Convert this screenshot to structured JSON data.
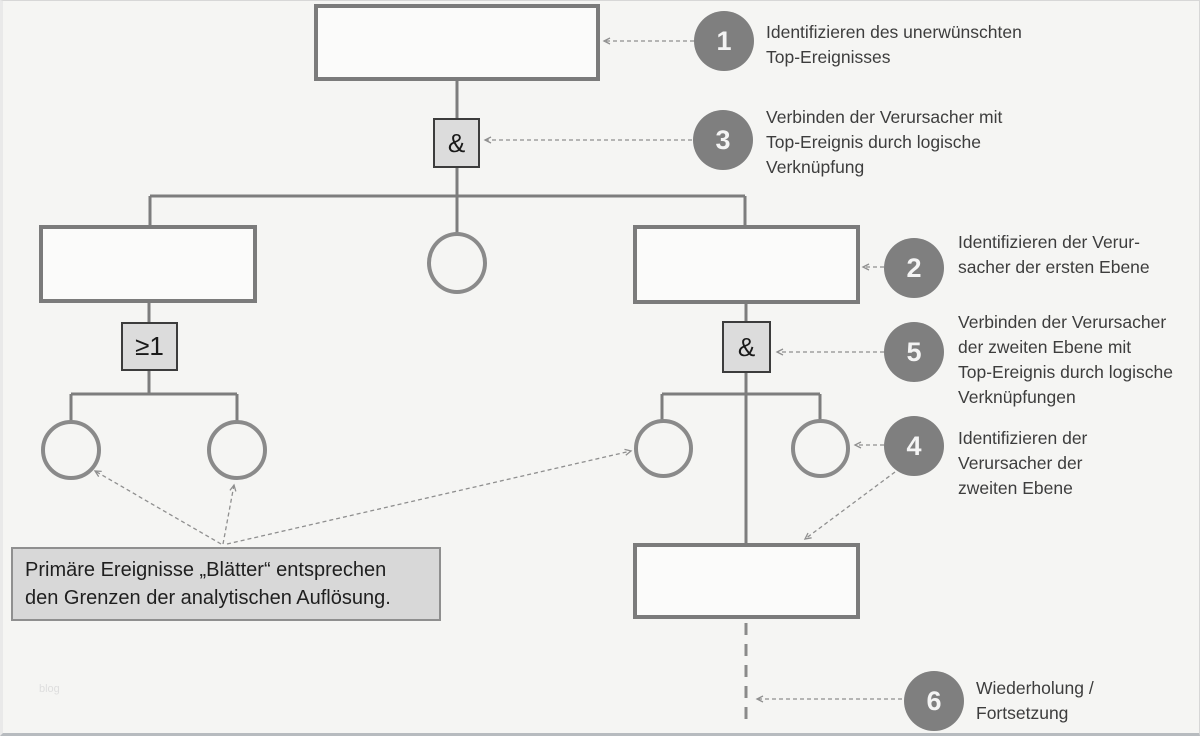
{
  "gates": {
    "and_top": {
      "label": "&"
    },
    "or_left": {
      "label": "≥1"
    },
    "and_right": {
      "label": "&"
    }
  },
  "steps": {
    "s1": {
      "number": "1",
      "text": "Identifizieren des unerwünschten\nTop-Ereignisses"
    },
    "s3": {
      "number": "3",
      "text": "Verbinden der Verursacher mit\nTop-Ereignis durch logische\nVerknüpfung"
    },
    "s2": {
      "number": "2",
      "text": "Identifizieren der Verur-\nsacher der ersten Ebene"
    },
    "s5": {
      "number": "5",
      "text": "Verbinden der Verursacher\nder zweiten Ebene mit\nTop-Ereignis durch logische\nVerknüpfungen"
    },
    "s4": {
      "number": "4",
      "text": "Identifizieren der\nVerursacher der\nzweiten Ebene"
    },
    "s6": {
      "number": "6",
      "text": "Wiederholung /\nFortsetzung"
    }
  },
  "note": {
    "text": "Primäre Ereignisse „Blätter“ entsprechen\nden Grenzen der analytischen Auflösung."
  },
  "watermark": "blog",
  "colors": {
    "background": "#f5f5f3",
    "box_border": "#7b7b7b",
    "line": "#7d7d7d",
    "dashed_line": "#8f8f8f",
    "gate_fill": "#dcdcdc",
    "gate_border": "#3c3c3c",
    "badge_fill": "#7f7f7f",
    "badge_text": "#f4f4f4",
    "note_fill": "#d8d8d8",
    "annotation_text": "#3d3d3d"
  }
}
